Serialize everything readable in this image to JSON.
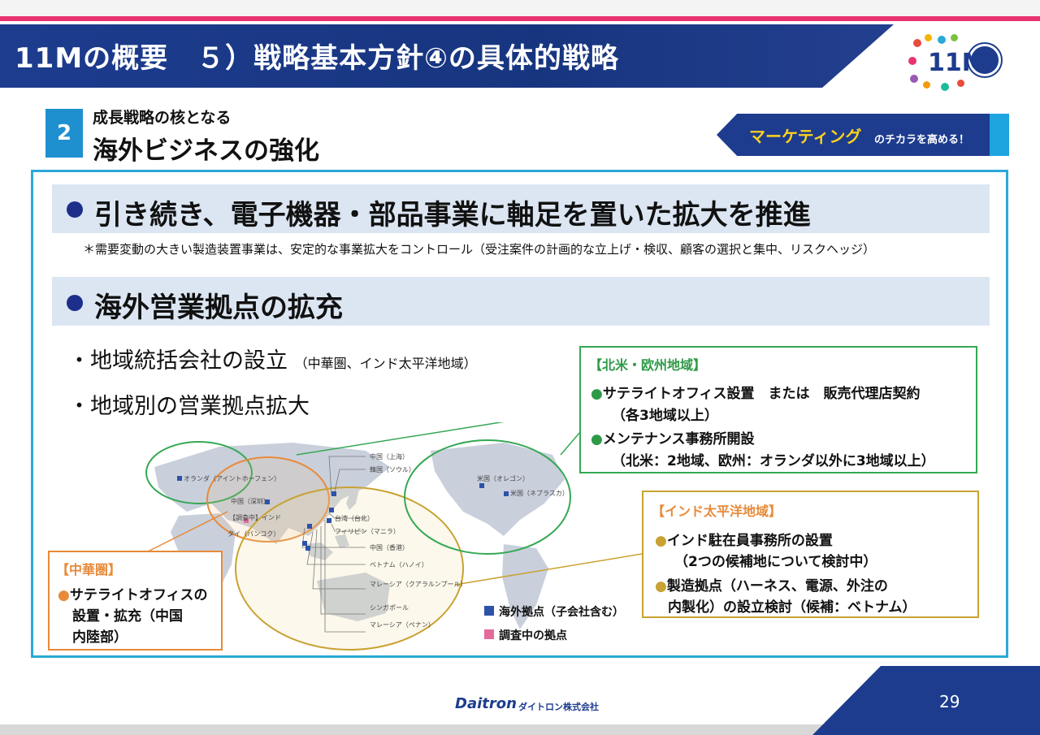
{
  "header": {
    "title": "11Mの概要　５）戦略基本方針④の具体的戦略",
    "logo_text": "11M"
  },
  "section": {
    "number": "2",
    "subtitle": "成長戦略の核となる",
    "title": "海外ビジネスの強化",
    "tag_main": "マーケティング",
    "tag_sub": "のチカラを高める！"
  },
  "point1": {
    "heading": "引き続き、電子機器・部品事業に軸足を置いた拡大を推進",
    "note": "＊需要変動の大きい製造装置事業は、安定的な事業拡大をコントロール（受注案件の計画的な立上げ・検収、顧客の選択と集中、リスクヘッジ）"
  },
  "point2": {
    "heading": "海外営業拠点の拡充",
    "item1": "・地域統括会社の設立",
    "item1_note": "（中華圏、インド太平洋地域）",
    "item2": "・地域別の営業拠点拡大"
  },
  "map_labels": {
    "netherlands": "オランダ（アイントホーフェン）",
    "shenzhen": "中国（深圳）",
    "india": "【調査中】インド",
    "thailand": "タイ（バンコク）",
    "shanghai": "中国（上海）",
    "korea": "韓国（ソウル）",
    "taiwan": "台湾（台北）",
    "philippines": "フィリピン（マニラ）",
    "hongkong": "中国（香港）",
    "vietnam": "ベトナム（ハノイ）",
    "malaysia_kl": "マレーシア（クアラルンプール）",
    "singapore": "シンガポール",
    "malaysia_penang": "マレーシア（ペナン）",
    "oregon": "米国（オレゴン）",
    "nebraska": "米国（ネブラスカ）"
  },
  "legend": {
    "overseas": "海外拠点（子会社含む）",
    "research": "調査中の拠点",
    "overseas_color": "#2d52a8",
    "research_color": "#e36a9a"
  },
  "na_eu": {
    "title": "【北米・欧州地域】",
    "line1": "サテライトオフィス設置　または　販売代理店契約",
    "line2": "（各3地域以上）",
    "line3": "メンテナンス事務所開設",
    "line4": "（北米：2地域、欧州：オランダ以外に3地域以上）",
    "color": "#2e9a47"
  },
  "indo_pacific": {
    "title": "【インド太平洋地域】",
    "line1": "インド駐在員事務所の設置",
    "line2": "（2つの候補地について検討中）",
    "line3": "製造拠点（ハーネス、電源、外注の",
    "line4": "内製化）の設立検討（候補：ベトナム）",
    "color": "#c9a233"
  },
  "greater_china": {
    "title": "【中華圏】",
    "line1": "サテライトオフィスの",
    "line2": "設置・拡充（中国",
    "line3": "内陸部）",
    "color": "#e78a3a"
  },
  "footer": {
    "company": "Daitron",
    "company_sub": "ダイトロン株式会社",
    "page": "29"
  }
}
